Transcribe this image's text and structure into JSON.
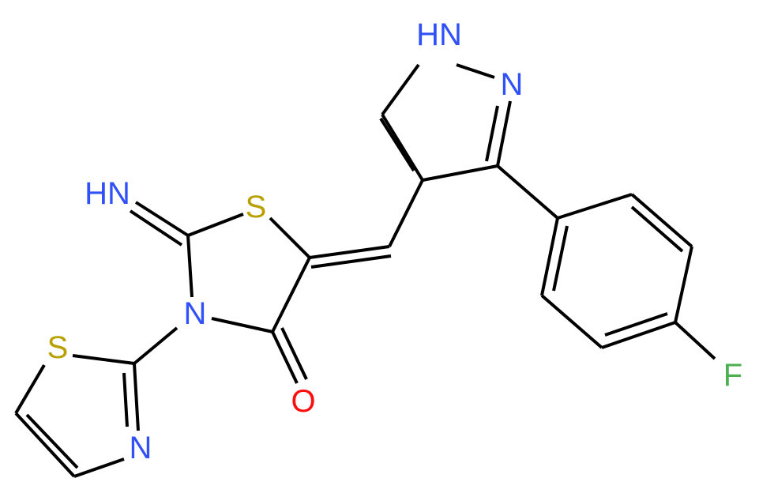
{
  "molecule": {
    "atoms": [
      {
        "id": "NH_pyrazole",
        "text": "HN",
        "color": "#3050F8",
        "element": "N"
      },
      {
        "id": "N_pyrazole",
        "text": "N",
        "color": "#3050F8",
        "element": "N"
      },
      {
        "id": "S_ring",
        "text": "S",
        "color": "#B8A000",
        "element": "S"
      },
      {
        "id": "NH_imine",
        "text": "HN",
        "color": "#3050F8",
        "element": "N"
      },
      {
        "id": "N_ring",
        "text": "N",
        "color": "#3050F8",
        "element": "N"
      },
      {
        "id": "S_thiazole",
        "text": "S",
        "color": "#B8A000",
        "element": "S"
      },
      {
        "id": "N_thiazole",
        "text": "N",
        "color": "#3050F8",
        "element": "N"
      },
      {
        "id": "O_carbonyl",
        "text": "O",
        "color": "#FF0D0D",
        "element": "O"
      },
      {
        "id": "F",
        "text": "F",
        "color": "#4CAF50",
        "element": "F"
      }
    ]
  }
}
